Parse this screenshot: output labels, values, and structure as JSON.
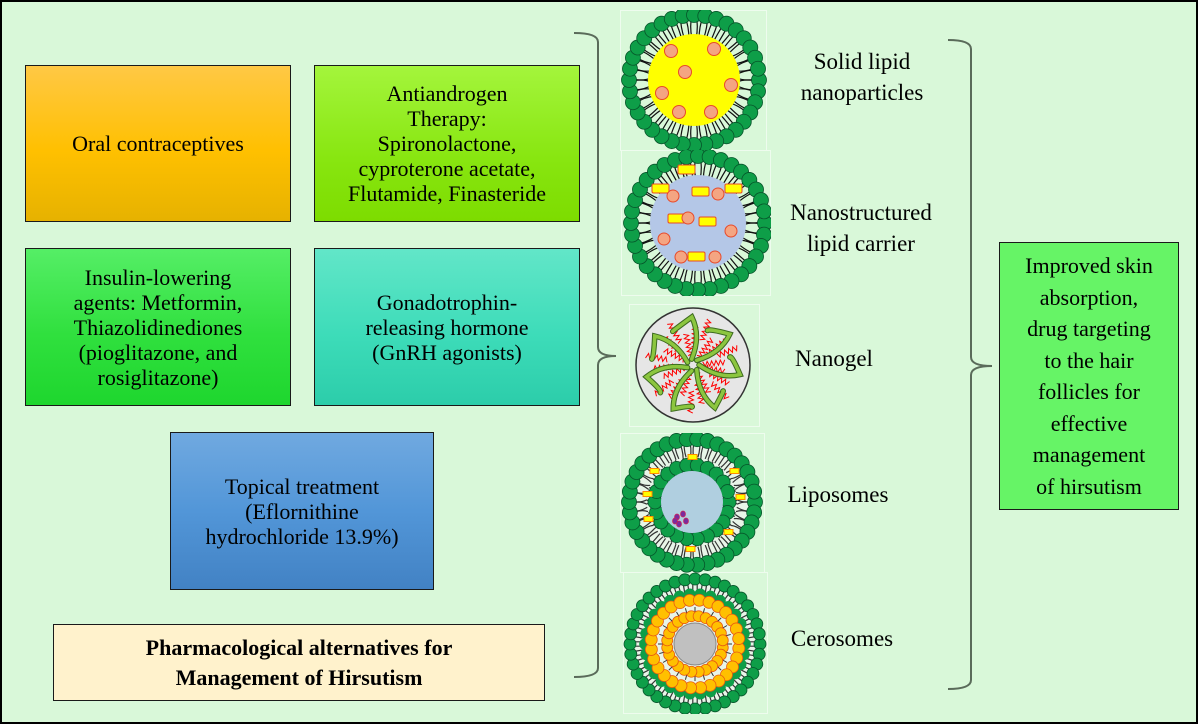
{
  "diagram": {
    "title": [
      "Pharmacological alternatives for",
      "Management of Hirsutism"
    ],
    "therapies": [
      {
        "id": "oral-contraceptives",
        "lines": [
          "Oral contraceptives"
        ],
        "color": "#ffc000"
      },
      {
        "id": "antiandrogen",
        "lines": [
          "Antiandrogen",
          "Therapy:",
          "Spironolactone,",
          "cyproterone acetate,",
          "Flutamide, Finasteride"
        ],
        "color": "#88e610"
      },
      {
        "id": "insulin-lowering",
        "lines": [
          "Insulin-lowering",
          "agents: Metformin,",
          "Thiazolidinediones",
          "(pioglitazone, and",
          "rosiglitazone)"
        ],
        "color": "#30e03e"
      },
      {
        "id": "gnrh",
        "lines": [
          "Gonadotrophin-",
          "releasing hormone",
          "(GnRH agonists)"
        ],
        "color": "#3ddcb9"
      },
      {
        "id": "topical",
        "lines": [
          "Topical treatment",
          "(Eflornithine",
          "hydrochloride 13.9%)"
        ],
        "color": "#5296d8"
      }
    ],
    "nanocarriers": [
      {
        "id": "sln",
        "icon": "solid-lipid-nanoparticle-icon",
        "lines": [
          "Solid lipid",
          "nanoparticles"
        ]
      },
      {
        "id": "nlc",
        "icon": "nanostructured-lipid-carrier-icon",
        "lines": [
          "Nanostructured",
          "lipid carrier"
        ]
      },
      {
        "id": "nanogel",
        "icon": "nanogel-icon",
        "lines": [
          "Nanogel"
        ]
      },
      {
        "id": "liposomes",
        "icon": "liposome-icon",
        "lines": [
          "Liposomes"
        ]
      },
      {
        "id": "cerosomes",
        "icon": "cerosome-icon",
        "lines": [
          "Cerosomes"
        ]
      }
    ],
    "outcome": {
      "lines": [
        "Improved skin",
        "absorption,",
        "drug targeting",
        "to the hair",
        "follicles for",
        "effective",
        "management",
        "of hirsutism"
      ],
      "color": "#66f466"
    },
    "colors": {
      "background": "#d9f8d9",
      "lipid_head": "#0e9e48",
      "sln_core": "#ffff00",
      "nlc_core": "#b4c7e7",
      "drug": "#f4a582",
      "liposome_core": "#b0cfe0",
      "cerosome_core": "#c0c0c0",
      "ceramide": "#ffc000"
    }
  }
}
